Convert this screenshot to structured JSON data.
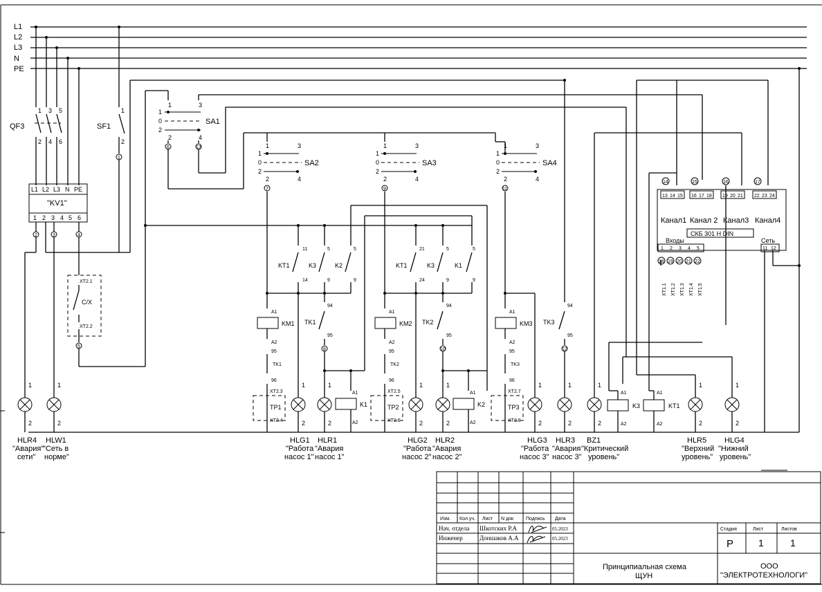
{
  "bus": [
    "L1",
    "L2",
    "L3",
    "N",
    "PE"
  ],
  "qf3": {
    "label": "QF3",
    "top": [
      "1",
      "3",
      "5"
    ],
    "bot": [
      "2",
      "4",
      "6"
    ]
  },
  "sf1": {
    "label": "SF1",
    "top": "1",
    "bot": "2"
  },
  "kv1": {
    "label": "\"KV1\"",
    "top": [
      "L1",
      "L2",
      "L3",
      "N",
      "PE"
    ],
    "bot": [
      "1",
      "2",
      "3",
      "4",
      "5",
      "6"
    ]
  },
  "sa1": {
    "label": "SA1",
    "pos": [
      "1",
      "0",
      "2"
    ],
    "c1": "1",
    "c3": "3",
    "c2": "2",
    "c4": "4"
  },
  "sa2": {
    "label": "SA2",
    "pos": [
      "1",
      "0",
      "2"
    ],
    "c1": "1",
    "c3": "3",
    "c2": "2",
    "c4": "4"
  },
  "sa3": {
    "label": "SA3",
    "pos": [
      "1",
      "0",
      "2"
    ],
    "c1": "1",
    "c3": "3",
    "c2": "2",
    "c4": "4"
  },
  "sa4": {
    "label": "SA4",
    "pos": [
      "1",
      "0",
      "2"
    ],
    "c1": "1",
    "c3": "3",
    "c2": "2",
    "c4": "4"
  },
  "wire_nums": [
    "1",
    "2",
    "3",
    "4",
    "5",
    "6",
    "7",
    "8",
    "9",
    "10",
    "11",
    "12",
    "13",
    "14",
    "15",
    "16",
    "17",
    "18",
    "19",
    "20",
    "21",
    "22"
  ],
  "cx": {
    "label": "С/Х",
    "t1": "XT2.1",
    "t2": "XT2.2"
  },
  "pump1": {
    "kt": "KT1",
    "k3": "K3",
    "k2": "K2",
    "kt_a": "11",
    "kt_b": "14",
    "k3_a": "5",
    "k3_b": "9",
    "k2_a": "5",
    "k2_b": "9",
    "km": "KM1",
    "tk": "TK1",
    "tk_a": "94",
    "tk_b": "95",
    "tkm": "TK1",
    "t95": "95",
    "t96": "96",
    "tp": "ТР1",
    "xta": "XT2.3",
    "xtb": "XT2.4",
    "rel": "K1"
  },
  "pump2": {
    "kt": "KT1",
    "k3": "K3",
    "k2": "K1",
    "kt_a": "21",
    "kt_b": "24",
    "k3_a": "5",
    "k3_b": "9",
    "k2_a": "5",
    "k2_b": "9",
    "km": "KM2",
    "tk": "TK2",
    "tk_a": "94",
    "tk_b": "95",
    "tkm": "TK2",
    "t95": "95",
    "t96": "96",
    "tp": "ТР2",
    "xta": "XT2.5",
    "xtb": "XT2.6",
    "rel": "K2"
  },
  "pump3": {
    "km": "KM3",
    "tk": "TK3",
    "tk_a": "94",
    "tk_b": "95",
    "tkm": "TK3",
    "t95": "95",
    "t96": "96",
    "tp": "ТР3",
    "xta": "XT2.7",
    "xtb": "XT2.8",
    "k3": "K3",
    "kt1": "KT1"
  },
  "coil": {
    "a1": "A1",
    "a2": "A2"
  },
  "lamp": {
    "t1": "1",
    "t2": "2"
  },
  "skb": {
    "name": "СКБ 301 Н DIN",
    "channels": [
      "Канал1",
      "Канал 2",
      "Канал3",
      "Канал4"
    ],
    "ch_terms": [
      [
        "13",
        "14",
        "15"
      ],
      [
        "16",
        "17",
        "18"
      ],
      [
        "19",
        "20",
        "21"
      ],
      [
        "22",
        "23",
        "24"
      ]
    ],
    "inputs_label": "Входы",
    "inputs": [
      "1",
      "2",
      "3",
      "4",
      "5"
    ],
    "power_label": "Сеть",
    "power": [
      "11",
      "12"
    ],
    "xt": [
      "XT1.1",
      "XT1.2",
      "XT1.3",
      "XT1.4",
      "XT1.5"
    ]
  },
  "loads": [
    {
      "id": "HLR4",
      "desc": [
        "\"Авария\"",
        "сети\""
      ]
    },
    {
      "id": "HLW1",
      "desc": [
        "\"Сеть в",
        "норме\""
      ]
    },
    {
      "id": "HLG1",
      "desc": [
        "\"Работа",
        "насос 1\""
      ]
    },
    {
      "id": "HLR1",
      "desc": [
        "\"Авария",
        "насос 1\""
      ]
    },
    {
      "id": "HLG2",
      "desc": [
        "\"Работа",
        "насос 2\""
      ]
    },
    {
      "id": "HLR2",
      "desc": [
        "\"Авария",
        "насос 2\""
      ]
    },
    {
      "id": "HLG3",
      "desc": [
        "\"Работа",
        "насос 3\""
      ]
    },
    {
      "id": "HLR3",
      "desc": [
        "\"Авария",
        "насос 3\""
      ]
    },
    {
      "id": "BZ1",
      "desc": [
        "\"Критический",
        "уровень\""
      ]
    },
    {
      "id": "HLR5",
      "desc": [
        "\"Верхний",
        "уровень\""
      ]
    },
    {
      "id": "HLG4",
      "desc": [
        "\"Нижний",
        "уровень\""
      ]
    }
  ],
  "relays_bottom": [
    "K3",
    "KT1"
  ],
  "title_block": {
    "headers": [
      "Изм.",
      "Кол.уч.",
      "Лист",
      "N док",
      "Подпись",
      "Дата"
    ],
    "rows": [
      {
        "role": "Нач. отдела",
        "name": "Шкотских Р.А",
        "date": "05.2023"
      },
      {
        "role": "Инженер",
        "name": "Доншаков А.А",
        "date": "05.2023"
      }
    ],
    "stage_label": "Стадия",
    "sheet_label": "Лист",
    "sheets_label": "Листов",
    "stage": "Р",
    "sheet": "1",
    "sheets": "1",
    "title": [
      "Принципиальная схема",
      "ЩУН"
    ],
    "org": [
      "ООО",
      "\"ЭЛЕКТРОТЕХНОЛОГИ\""
    ]
  }
}
